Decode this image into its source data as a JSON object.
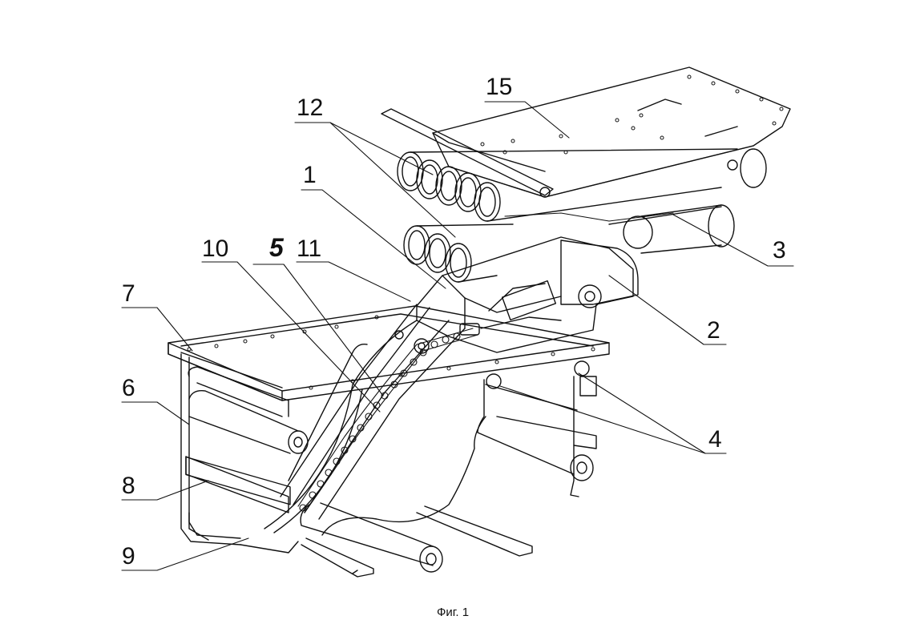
{
  "labels": {
    "l15": "15",
    "l12": "12",
    "l1": "1",
    "l3": "3",
    "l10": "10",
    "l5": "5",
    "l11": "11",
    "l7": "7",
    "l2": "2",
    "l6": "6",
    "l4": "4",
    "l8": "8",
    "l9": "9"
  },
  "caption": "Фиг. 1"
}
